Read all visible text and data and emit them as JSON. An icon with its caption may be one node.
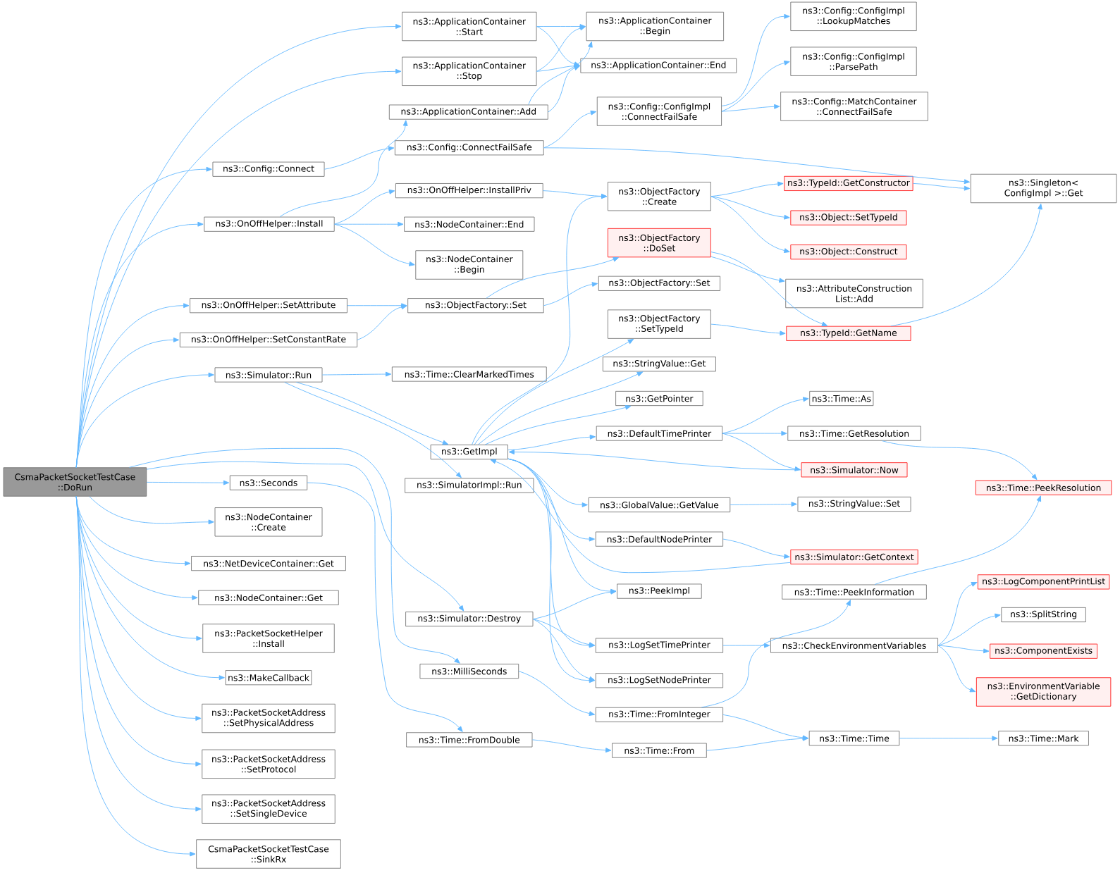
{
  "diagram": {
    "nodes": [
      {
        "text": [
          "CsmaPacketSocketTestCase ::DoRun"
        ]
      },
      {
        "text": [
          "ns3::ApplicationContainer ::Start"
        ]
      },
      {
        "text": [
          "ns3::ApplicationContainer ::Stop"
        ]
      },
      {
        "text": [
          "ns3::ApplicationContainer::Add"
        ]
      },
      {
        "text": [
          "ns3::Config::Connect"
        ]
      },
      {
        "text": [
          "ns3::Config::ConnectFailSafe"
        ]
      },
      {
        "text": [
          "ns3::OnOffHelper::Install"
        ]
      },
      {
        "text": [
          "ns3::OnOffHelper::InstallPriv"
        ]
      },
      {
        "text": [
          "ns3::NodeContainer::End"
        ]
      },
      {
        "text": [
          "ns3::NodeContainer ::Begin"
        ]
      },
      {
        "text": [
          "ns3::OnOffHelper::SetAttribute"
        ]
      },
      {
        "text": [
          "ns3::OnOffHelper::SetConstantRate"
        ]
      },
      {
        "text": [
          "ns3::ObjectFactory::Set"
        ]
      },
      {
        "text": [
          "ns3::Simulator::Run"
        ]
      },
      {
        "text": [
          "ns3::Time::ClearMarkedTimes"
        ]
      },
      {
        "text": [
          "ns3::GetImpl"
        ]
      },
      {
        "text": [
          "ns3::SimulatorImpl::Run"
        ]
      },
      {
        "text": [
          "ns3::Seconds"
        ]
      },
      {
        "text": [
          "ns3::NodeContainer ::Create"
        ]
      },
      {
        "text": [
          "ns3::NetDeviceContainer::Get"
        ]
      },
      {
        "text": [
          "ns3::NodeContainer::Get"
        ]
      },
      {
        "text": [
          "ns3::PacketSocketHelper ::Install"
        ]
      },
      {
        "text": [
          "ns3::MakeCallback"
        ]
      },
      {
        "text": [
          "ns3::PacketSocketAddress ::SetPhysicalAddress"
        ]
      },
      {
        "text": [
          "ns3::PacketSocketAddress ::SetProtocol"
        ]
      },
      {
        "text": [
          "ns3::PacketSocketAddress ::SetSingleDevice"
        ]
      },
      {
        "text": [
          "CsmaPacketSocketTestCase ::SinkRx"
        ]
      },
      {
        "text": [
          "ns3::Simulator::Destroy"
        ]
      },
      {
        "text": [
          "ns3::MilliSeconds"
        ]
      },
      {
        "text": [
          "ns3::Time::FromDouble"
        ]
      },
      {
        "text": [
          "ns3::ApplicationContainer ::Begin"
        ]
      },
      {
        "text": [
          "ns3::ApplicationContainer::End"
        ]
      },
      {
        "text": [
          "ns3::Config::ConfigImpl ::ConnectFailSafe"
        ]
      },
      {
        "text": [
          "ns3::ObjectFactory ::Create"
        ]
      },
      {
        "text": [
          "ns3::ObjectFactory ::DoSet"
        ]
      },
      {
        "text": [
          "ns3::ObjectFactory::Set"
        ]
      },
      {
        "text": [
          "ns3::ObjectFactory ::SetTypeId"
        ]
      },
      {
        "text": [
          "ns3::StringValue::Get"
        ]
      },
      {
        "text": [
          "ns3::GetPointer"
        ]
      },
      {
        "text": [
          "ns3::DefaultTimePrinter"
        ]
      },
      {
        "text": [
          "ns3::GlobalValue::GetValue"
        ]
      },
      {
        "text": [
          "ns3::DefaultNodePrinter"
        ]
      },
      {
        "text": [
          "ns3::PeekImpl"
        ]
      },
      {
        "text": [
          "ns3::LogSetTimePrinter"
        ]
      },
      {
        "text": [
          "ns3::LogSetNodePrinter"
        ]
      },
      {
        "text": [
          "ns3::Time::FromInteger"
        ]
      },
      {
        "text": [
          "ns3::Time::From"
        ]
      },
      {
        "text": [
          "ns3::Config::ConfigImpl ::LookupMatches"
        ]
      },
      {
        "text": [
          "ns3::Config::ConfigImpl ::ParsePath"
        ]
      },
      {
        "text": [
          "ns3::Config::MatchContainer ::ConnectFailSafe"
        ]
      },
      {
        "text": [
          "ns3::TypeId::GetConstructor"
        ]
      },
      {
        "text": [
          "ns3::Object::SetTypeId"
        ]
      },
      {
        "text": [
          "ns3::Object::Construct"
        ]
      },
      {
        "text": [
          "ns3::AttributeConstruction List::Add"
        ]
      },
      {
        "text": [
          "ns3::TypeId::GetName"
        ]
      },
      {
        "text": [
          "ns3::Time::As"
        ]
      },
      {
        "text": [
          "ns3::Time::GetResolution"
        ]
      },
      {
        "text": [
          "ns3::Simulator::Now"
        ]
      },
      {
        "text": [
          "ns3::StringValue::Set"
        ]
      },
      {
        "text": [
          "ns3::Simulator::GetContext"
        ]
      },
      {
        "text": [
          "ns3::Time::PeekInformation"
        ]
      },
      {
        "text": [
          "ns3::CheckEnvironmentVariables"
        ]
      },
      {
        "text": [
          "ns3::Time::Time"
        ]
      },
      {
        "text": [
          "ns3::Singleton< ConfigImpl >::Get"
        ]
      },
      {
        "text": [
          "ns3::Time::PeekResolution"
        ]
      },
      {
        "text": [
          "ns3::LogComponentPrintList"
        ]
      },
      {
        "text": [
          "ns3::SplitString"
        ]
      },
      {
        "text": [
          "ns3::ComponentExists"
        ]
      },
      {
        "text": [
          "ns3::EnvironmentVariable ::GetDictionary"
        ]
      },
      {
        "text": [
          "ns3::Time::Mark"
        ]
      }
    ],
    "edges": [
      {
        "from": 0,
        "to": 1,
        "arrow": "to"
      },
      {
        "from": 0,
        "to": 2,
        "arrow": "to"
      },
      {
        "from": 0,
        "to": 4,
        "arrow": "to"
      },
      {
        "from": 0,
        "to": 6,
        "arrow": "to"
      },
      {
        "from": 0,
        "to": 10,
        "arrow": "to"
      },
      {
        "from": 0,
        "to": 11,
        "arrow": "to"
      },
      {
        "from": 0,
        "to": 13,
        "arrow": "to"
      },
      {
        "from": 0,
        "to": 27,
        "arrow": "to"
      },
      {
        "from": 0,
        "to": 28,
        "arrow": "to"
      },
      {
        "from": 0,
        "to": 17,
        "arrow": "to"
      },
      {
        "from": 0,
        "to": 18,
        "arrow": "to"
      },
      {
        "from": 0,
        "to": 19,
        "arrow": "to"
      },
      {
        "from": 0,
        "to": 20,
        "arrow": "to"
      },
      {
        "from": 0,
        "to": 21,
        "arrow": "to"
      },
      {
        "from": 0,
        "to": 22,
        "arrow": "to"
      },
      {
        "from": 0,
        "to": 23,
        "arrow": "to"
      },
      {
        "from": 0,
        "to": 24,
        "arrow": "to"
      },
      {
        "from": 0,
        "to": 25,
        "arrow": "to"
      },
      {
        "from": 0,
        "to": 26,
        "arrow": "to"
      },
      {
        "from": 1,
        "to": 30,
        "arrow": "to"
      },
      {
        "from": 1,
        "to": 31,
        "arrow": "to"
      },
      {
        "from": 2,
        "to": 30,
        "arrow": "to"
      },
      {
        "from": 2,
        "to": 31,
        "arrow": "to"
      },
      {
        "from": 3,
        "to": 30,
        "arrow": "to"
      },
      {
        "from": 3,
        "to": 31,
        "arrow": "to"
      },
      {
        "from": 4,
        "to": 5,
        "arrow": "to"
      },
      {
        "from": 5,
        "to": 32,
        "arrow": "to"
      },
      {
        "from": 5,
        "to": 63,
        "arrow": "to"
      },
      {
        "from": 6,
        "to": 3,
        "arrow": "to"
      },
      {
        "from": 6,
        "to": 7,
        "arrow": "to"
      },
      {
        "from": 6,
        "to": 8,
        "arrow": "to"
      },
      {
        "from": 6,
        "to": 9,
        "arrow": "to"
      },
      {
        "from": 7,
        "to": 33,
        "arrow": "to"
      },
      {
        "from": 10,
        "to": 12,
        "arrow": "to"
      },
      {
        "from": 11,
        "to": 12,
        "arrow": "to"
      },
      {
        "from": 12,
        "to": 34,
        "arrow": "to"
      },
      {
        "from": 12,
        "to": 35,
        "arrow": "to"
      },
      {
        "from": 13,
        "to": 14,
        "arrow": "to"
      },
      {
        "from": 13,
        "to": 15,
        "arrow": "to"
      },
      {
        "from": 13,
        "to": 16,
        "arrow": "to"
      },
      {
        "from": 15,
        "to": 33,
        "arrow": "to"
      },
      {
        "from": 15,
        "to": 36,
        "arrow": "to"
      },
      {
        "from": 15,
        "to": 37,
        "arrow": "to"
      },
      {
        "from": 15,
        "to": 38,
        "arrow": "to"
      },
      {
        "from": 15,
        "to": 39,
        "arrow": "to"
      },
      {
        "from": 15,
        "to": 40,
        "arrow": "to"
      },
      {
        "from": 15,
        "to": 41,
        "arrow": "to"
      },
      {
        "from": 15,
        "to": 42,
        "arrow": "to"
      },
      {
        "from": 15,
        "to": 43,
        "arrow": "to"
      },
      {
        "from": 15,
        "to": 44,
        "arrow": "to"
      },
      {
        "from": 17,
        "to": 29,
        "arrow": "to"
      },
      {
        "from": 27,
        "to": 42,
        "arrow": "to"
      },
      {
        "from": 27,
        "to": 43,
        "arrow": "to"
      },
      {
        "from": 27,
        "to": 44,
        "arrow": "to"
      },
      {
        "from": 28,
        "to": 45,
        "arrow": "to"
      },
      {
        "from": 29,
        "to": 46,
        "arrow": "to"
      },
      {
        "from": 32,
        "to": 47,
        "arrow": "to"
      },
      {
        "from": 32,
        "to": 48,
        "arrow": "to"
      },
      {
        "from": 32,
        "to": 49,
        "arrow": "to"
      },
      {
        "from": 33,
        "to": 50,
        "arrow": "to"
      },
      {
        "from": 33,
        "to": 51,
        "arrow": "to"
      },
      {
        "from": 33,
        "to": 52,
        "arrow": "to"
      },
      {
        "from": 34,
        "to": 53,
        "arrow": "to"
      },
      {
        "from": 34,
        "to": 54,
        "arrow": "to"
      },
      {
        "from": 36,
        "to": 54,
        "arrow": "to"
      },
      {
        "from": 39,
        "to": 55,
        "arrow": "to"
      },
      {
        "from": 39,
        "to": 56,
        "arrow": "to"
      },
      {
        "from": 39,
        "to": 57,
        "arrow": "to"
      },
      {
        "from": 40,
        "to": 58,
        "arrow": "to"
      },
      {
        "from": 41,
        "to": 59,
        "arrow": "to"
      },
      {
        "from": 43,
        "to": 61,
        "arrow": "to"
      },
      {
        "from": 45,
        "to": 60,
        "arrow": "to"
      },
      {
        "from": 45,
        "to": 62,
        "arrow": "to"
      },
      {
        "from": 46,
        "to": 62,
        "arrow": "to"
      },
      {
        "from": 50,
        "to": 63,
        "arrow": "to"
      },
      {
        "from": 54,
        "to": 63,
        "arrow": "to"
      },
      {
        "from": 56,
        "to": 64,
        "arrow": "to"
      },
      {
        "from": 57,
        "to": 15,
        "arrow": "to"
      },
      {
        "from": 59,
        "to": 15,
        "arrow": "to"
      },
      {
        "from": 60,
        "to": 64,
        "arrow": "to"
      },
      {
        "from": 61,
        "to": 65,
        "arrow": "to"
      },
      {
        "from": 61,
        "to": 66,
        "arrow": "to"
      },
      {
        "from": 61,
        "to": 67,
        "arrow": "to"
      },
      {
        "from": 61,
        "to": 68,
        "arrow": "to"
      },
      {
        "from": 62,
        "to": 69,
        "arrow": "to"
      }
    ]
  }
}
